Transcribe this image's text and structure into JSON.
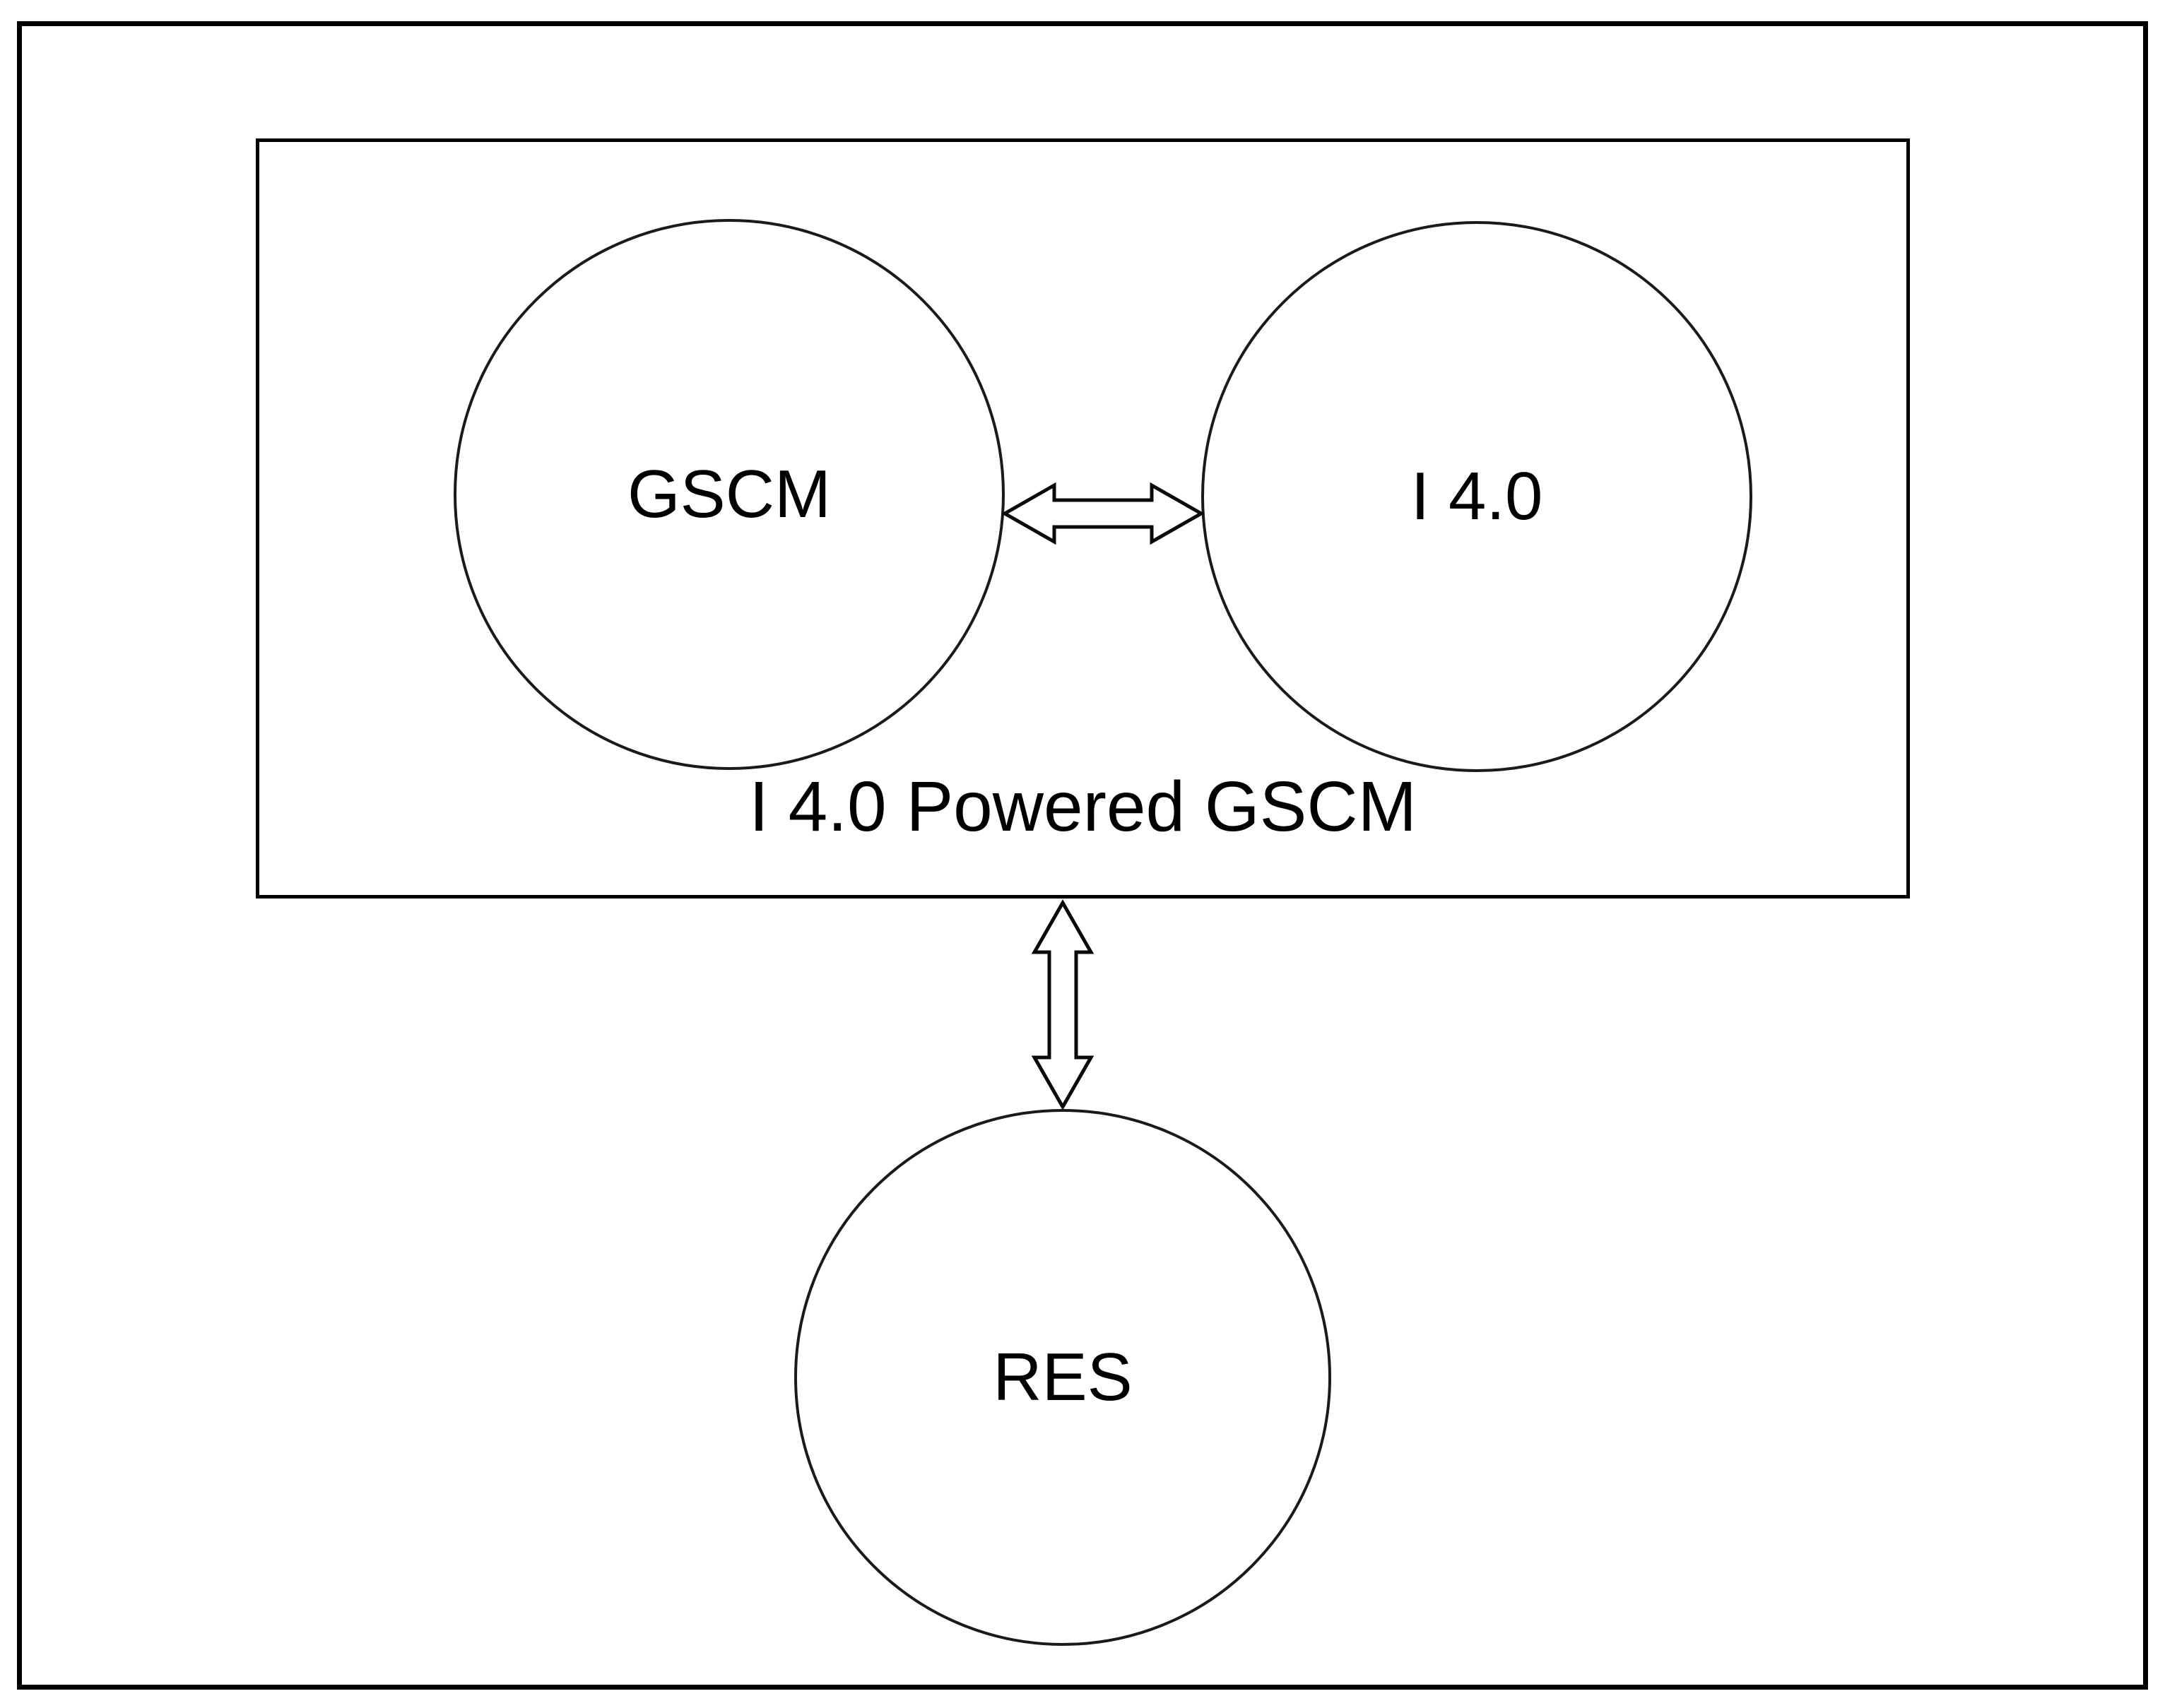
{
  "figure": {
    "type": "concept-diagram",
    "background_color": "#ffffff",
    "stroke_color": "#000000",
    "group_box": {
      "caption": "I 4.0 Powered GSCM",
      "nodes": [
        {
          "id": "gscm",
          "label": "GSCM"
        },
        {
          "id": "i40",
          "label": "I 4.0"
        }
      ]
    },
    "outer_nodes": [
      {
        "id": "res",
        "label": "RES"
      }
    ],
    "connectors": [
      {
        "from": "gscm",
        "to": "i40",
        "direction": "bidirectional",
        "style": "hollow-double-arrow"
      },
      {
        "from": "group_box",
        "to": "res",
        "direction": "bidirectional",
        "style": "hollow-double-arrow"
      }
    ]
  }
}
